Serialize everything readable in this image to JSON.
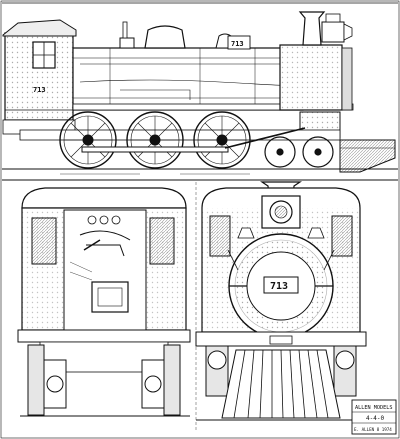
{
  "drawing": {
    "side_view": {
      "cab_number": "713",
      "smokebox_number": "713"
    },
    "front_view": {
      "number_plate": "713"
    },
    "title_block": {
      "maker": "ALLEN MODELS",
      "wheel_arrangement": "4-4-0",
      "drawn_by": "E. ALLEN 8 1974"
    }
  },
  "colors": {
    "paper": "#ffffff",
    "ink": "#111111",
    "shade": "#b9b9b9",
    "light_shade": "#dcdcdc"
  }
}
